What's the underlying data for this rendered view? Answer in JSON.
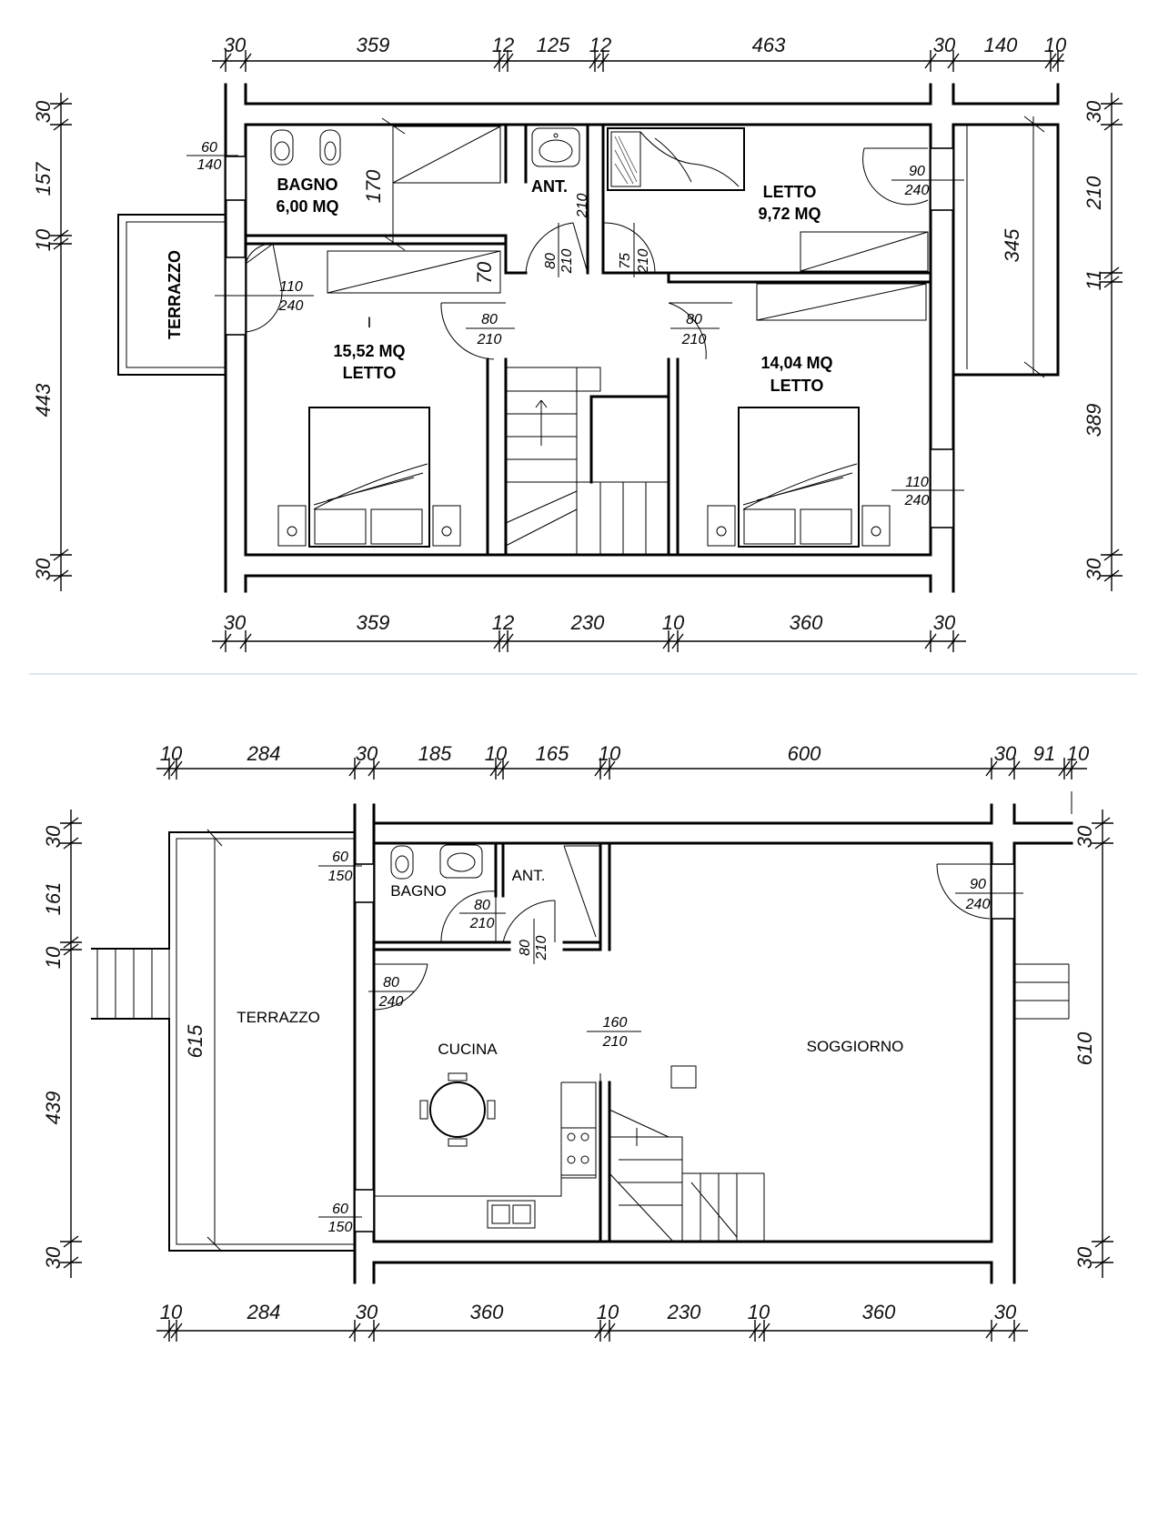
{
  "upper_floor": {
    "dims_top": [
      "30",
      "359",
      "12",
      "125",
      "12",
      "463",
      "30",
      "140",
      "10"
    ],
    "dims_bottom": [
      "30",
      "359",
      "12",
      "230",
      "10",
      "360",
      "30"
    ],
    "dims_left": [
      "30",
      "157",
      "10",
      "443",
      "30"
    ],
    "dims_right": [
      "30",
      "210",
      "11",
      "389",
      "30"
    ],
    "rooms": {
      "bagno_name": "BAGNO",
      "bagno_area": "6,00 MQ",
      "ant": "ANT.",
      "letto_small_name": "LETTO",
      "letto_small_area": "9,72 MQ",
      "terrazzo": "TERRAZZO",
      "letto_left_area": "15,52 MQ",
      "letto_left_name": "LETTO",
      "letto_right_area": "14,04 MQ",
      "letto_right_name": "LETTO",
      "marker": "I"
    },
    "notes": {
      "win_bagno_w": "60",
      "win_bagno_h": "140",
      "shower_len": "170",
      "ant_door_h": "210",
      "win_letto_w": "90",
      "win_letto_h": "240",
      "closet_len": "345",
      "door_terr_w": "110",
      "door_terr_h": "240",
      "wardrobe_depth": "70",
      "door_ant_left_w": "80",
      "door_ant_left_h": "210",
      "door_ant_right_w": "75",
      "door_ant_right_h": "210",
      "door_l_w": "80",
      "door_l_h": "210",
      "door_r_w": "80",
      "door_r_h": "210",
      "win_right_w": "110",
      "win_right_h": "240"
    }
  },
  "ground_floor": {
    "dims_top": [
      "10",
      "284",
      "30",
      "185",
      "10",
      "165",
      "10",
      "600",
      "30",
      "91",
      "10"
    ],
    "dims_bottom": [
      "10",
      "284",
      "30",
      "360",
      "10",
      "230",
      "10",
      "360",
      "30"
    ],
    "dims_left": [
      "30",
      "161",
      "10",
      "439",
      "30"
    ],
    "dims_right": [
      "30",
      "610",
      "30"
    ],
    "rooms": {
      "bagno": "BAGNO",
      "ant": "ANT.",
      "terrazzo": "TERRAZZO",
      "terrazzo_len": "615",
      "cucina": "CUCINA",
      "soggiorno": "SOGGIORNO"
    },
    "notes": {
      "win_bagno_w": "60",
      "win_bagno_h": "150",
      "door_bagno_w": "80",
      "door_bagno_h": "210",
      "door_ant_w": "80",
      "door_ant_h": "210",
      "win_entry_w": "90",
      "win_entry_h": "240",
      "door_terr_w": "80",
      "door_terr_h": "240",
      "opening_w": "160",
      "opening_h": "210",
      "win_cucina_w": "60",
      "win_cucina_h": "150"
    }
  }
}
